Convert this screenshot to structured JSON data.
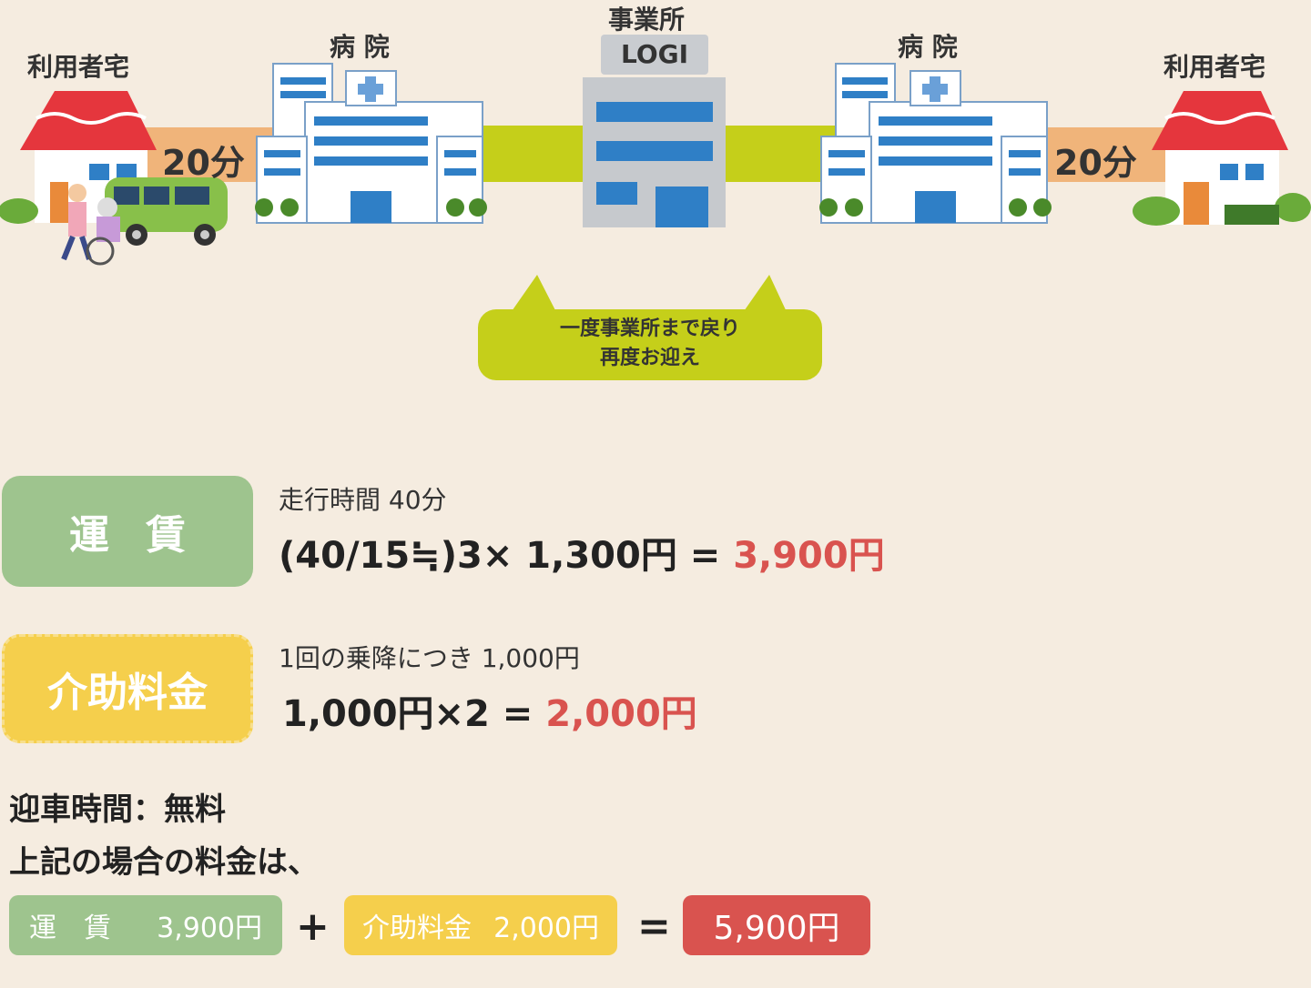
{
  "illustration": {
    "home_left_label": "利用者宅",
    "hospital_left_label": "病 院",
    "office_label": "事業所",
    "office_sign": "LOGI",
    "hospital_right_label": "病 院",
    "home_right_label": "利用者宅",
    "time_left": "20分",
    "time_right": "20分",
    "bubble_line1": "一度事業所まで戻り",
    "bubble_line2": "再度お迎え"
  },
  "fare": {
    "badge": "運賃",
    "description": "走行時間 40分",
    "formula": "(40/15≒)3× 1,300円 = ",
    "result": "3,900円"
  },
  "assist": {
    "badge": "介助料金",
    "description": "1回の乗降につき 1,000円",
    "formula": "1,000円×2 = ",
    "result": "2,000円"
  },
  "notes": {
    "pickup": "迎車時間：無料",
    "summary": "上記の場合の料金は、"
  },
  "total": {
    "fare_label": "運　賃",
    "fare_value": "3,900円",
    "plus": "+",
    "assist_label": "介助料金",
    "assist_value": "2,000円",
    "equals": "=",
    "total_value": "5,900円"
  },
  "colors": {
    "background": "#f5ece0",
    "green": "#9ec48e",
    "yellow": "#f5cf4c",
    "red": "#d9534f",
    "road": "#c5cf1a"
  }
}
